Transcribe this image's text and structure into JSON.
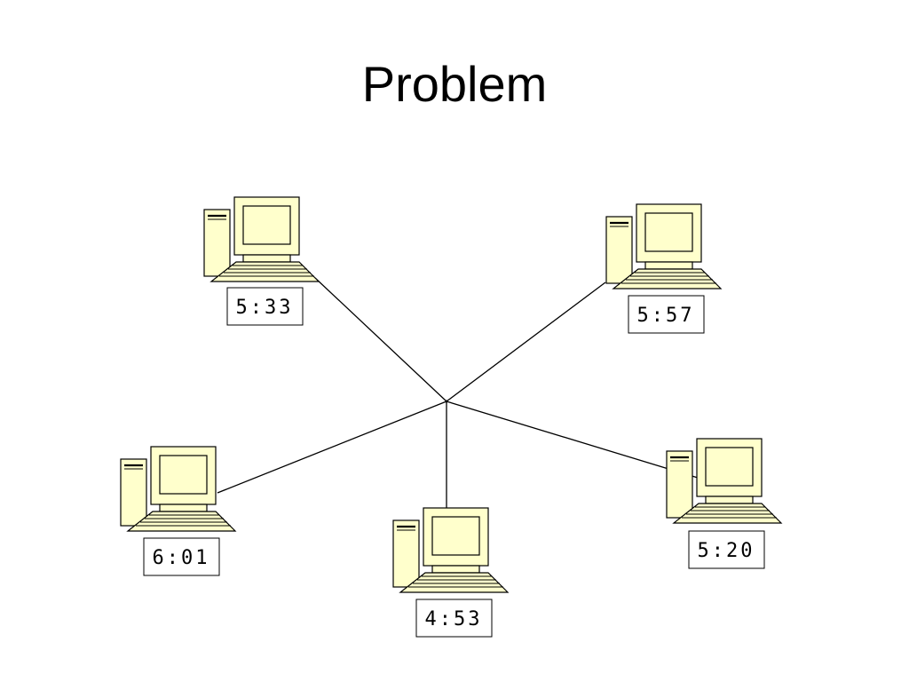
{
  "slide": {
    "title": "Problem"
  },
  "colors": {
    "computer_fill": "#FFFFCC",
    "outline": "#000000",
    "line": "#000000",
    "clock_fill": "#FFFFFF"
  },
  "computers": [
    {
      "id": "computer-top-left",
      "clock": "5:33"
    },
    {
      "id": "computer-top-right",
      "clock": "5:57"
    },
    {
      "id": "computer-bottom-left",
      "clock": "6:01"
    },
    {
      "id": "computer-bottom-center",
      "clock": "4:53"
    },
    {
      "id": "computer-bottom-right",
      "clock": "5:20"
    }
  ]
}
